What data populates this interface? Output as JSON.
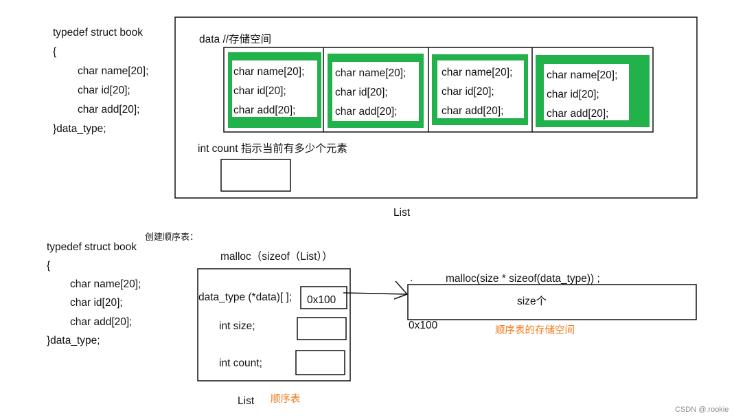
{
  "struct_top": {
    "lines": [
      "typedef struct book",
      "{",
      "char name[20];",
      "char id[20];",
      "char add[20];",
      "}data_type;"
    ]
  },
  "list_box": {
    "data_label": "data  //存储空间",
    "element_fields": [
      "char name[20];",
      "char id[20];",
      "char add[20];"
    ],
    "count_label": "int count   指示当前有多少个元素",
    "caption": "List"
  },
  "create_title": "创建顺序表：",
  "struct_bottom": {
    "lines": [
      "typedef struct book",
      "{",
      "char name[20];",
      "char id[20];",
      "char add[20];",
      "}data_type;"
    ]
  },
  "list_struct": {
    "malloc_label": "malloc（sizeof（List））",
    "data_field": "data_type  (*data)[ ];",
    "data_value": "0x100",
    "size_field": "int  size;",
    "count_field": "int count;",
    "caption": "List",
    "caption_cn": "顺序表"
  },
  "storage": {
    "malloc_label": "malloc(size * sizeof(data_type)) ;",
    "dot": ".",
    "inner_label": "size个",
    "address": "0x100",
    "caption": "顺序表的存储空间"
  },
  "watermark": "CSDN @.rookie",
  "colors": {
    "green": "#22b24c",
    "orange": "#f07a1a",
    "line": "#111111"
  }
}
